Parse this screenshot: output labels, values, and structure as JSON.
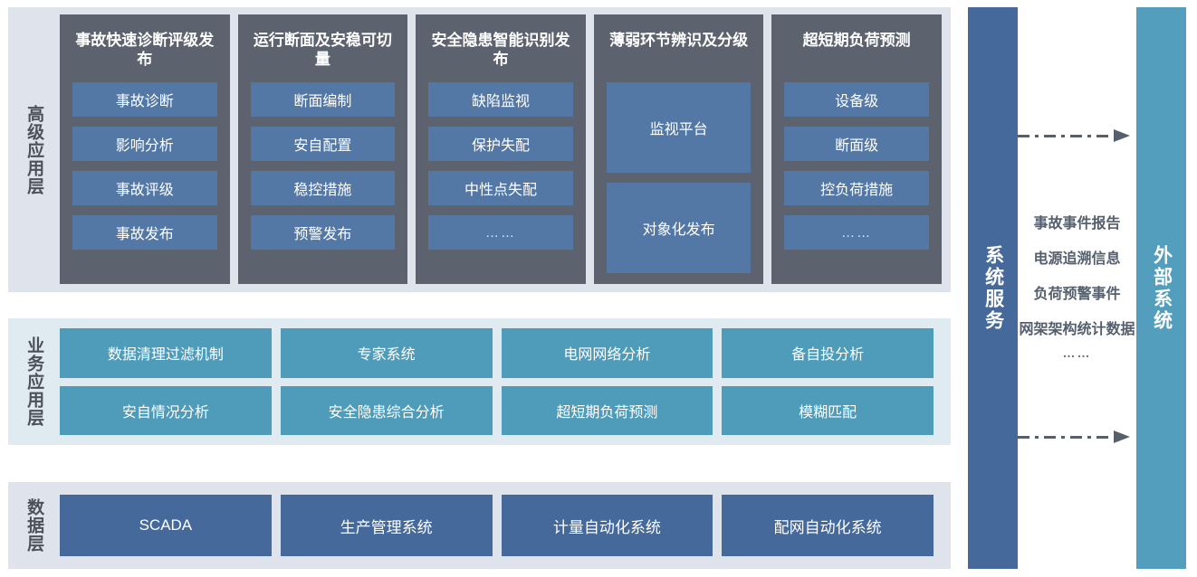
{
  "layers": {
    "advanced": {
      "label": "高级应用层",
      "columns": [
        {
          "title": "事故快速诊断评级发布",
          "items": [
            "事故诊断",
            "影响分析",
            "事故评级",
            "事故发布"
          ]
        },
        {
          "title": "运行断面及安稳可切量",
          "items": [
            "断面编制",
            "安自配置",
            "稳控措施",
            "预警发布"
          ]
        },
        {
          "title": "安全隐患智能识别发布",
          "items": [
            "缺陷监视",
            "保护失配",
            "中性点失配",
            "……"
          ]
        },
        {
          "title": "薄弱环节辨识及分级",
          "items": [
            "监视平台",
            "对象化发布"
          ]
        },
        {
          "title": "超短期负荷预测",
          "items": [
            "设备级",
            "断面级",
            "控负荷措施",
            "……"
          ]
        }
      ]
    },
    "business": {
      "label": "业务应用层",
      "items": [
        "数据清理过滤机制",
        "专家系统",
        "电网网络分析",
        "备自投分析",
        "安自情况分析",
        "安全隐患综合分析",
        "超短期负荷预测",
        "模糊匹配"
      ]
    },
    "data": {
      "label": "数据层",
      "items": [
        "SCADA",
        "生产管理系统",
        "计量自动化系统",
        "配网自动化系统"
      ]
    }
  },
  "right": {
    "system_services_label": "系统服务",
    "external_system_label": "外部系统",
    "flow_labels": [
      "事故事件报告",
      "电源追溯信息",
      "负荷预警事件",
      "网架架构统计数据"
    ],
    "flow_dots": "……",
    "arrows": [
      "flow-arrow-top",
      "flow-arrow-bottom"
    ]
  },
  "colors": {
    "panel_bg_grey": "#dee3ec",
    "panel_bg_blue": "#dfeaf1",
    "advanced_group": "#5c636f",
    "advanced_item": "#5478a6",
    "business_item": "#4f9cba",
    "data_item": "#45699a",
    "system_bar": "#45699a",
    "external_bar": "#529ebc",
    "arrow": "#55606c"
  }
}
